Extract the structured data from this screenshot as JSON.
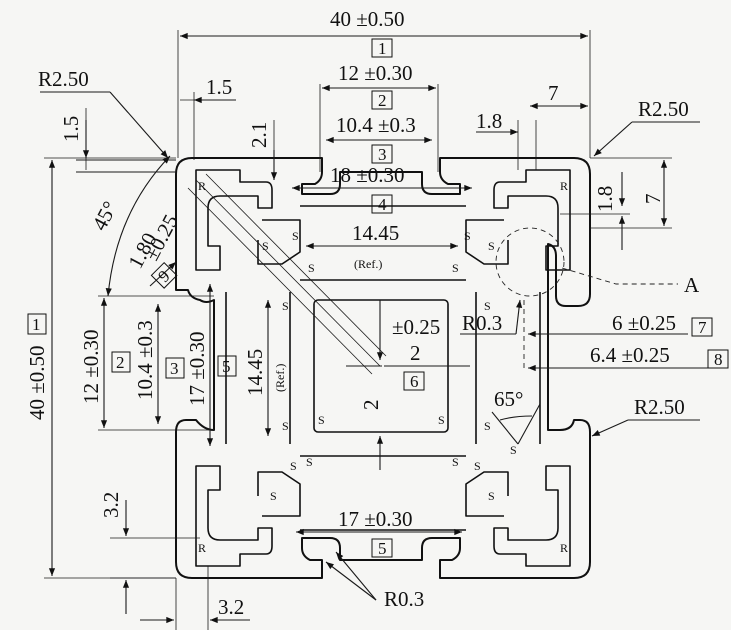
{
  "overall_width": "40 ±0.50",
  "overall_height": "40 ±0.50",
  "ref_boxes": {
    "b1": "1",
    "b2": "2",
    "b3": "3",
    "b4": "4",
    "b5": "5",
    "b6": "6",
    "b7": "7",
    "b8": "8",
    "b9": "9"
  },
  "dim_12": "12 ±0.30",
  "dim_10_4": "10.4 ±0.3",
  "dim_18": "18 ±0.30",
  "dim_17": "17 ±0.30",
  "dim_14_45": "14.45",
  "ref_label": "(Ref.)",
  "dim_6": "6 ±0.25",
  "dim_6_4": "6.4 ±0.25",
  "dim_1_80": "1.80",
  "tol_0_25": "±0.25",
  "dim_2": "2",
  "dim_1_5": "1.5",
  "dim_2_1": "2.1",
  "dim_1_8": "1.8",
  "dim_7": "7",
  "dim_3_2": "3.2",
  "r2_50": "R2.50",
  "r0_3": "R0.3",
  "angle_45": "45°",
  "angle_65": "65°",
  "detail_a": "A",
  "mark_r": "R",
  "mark_s": "S"
}
